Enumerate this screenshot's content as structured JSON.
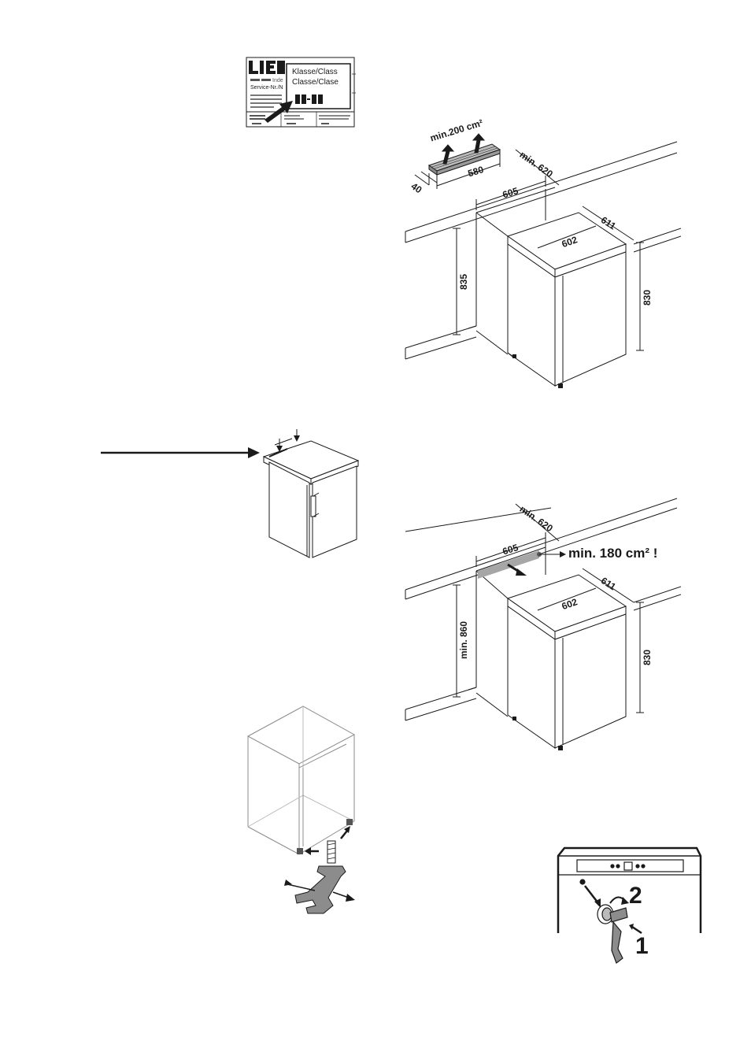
{
  "rating_plate": {
    "brand_fragment": "LIE",
    "class_line1": "Klasse/Class",
    "class_line2": "Classe/Clase",
    "index_fragment": "Inde",
    "service_fragment": "Service-Nr./N"
  },
  "installation_top": {
    "vent_area": "min.200 cm²",
    "vent_width": "580",
    "vent_depth": "40",
    "niche_depth": "min. 620",
    "niche_width": "605",
    "appliance_depth": "611",
    "appliance_width": "602",
    "niche_height": "835",
    "appliance_height": "830"
  },
  "installation_bottom": {
    "niche_depth": "min. 620",
    "niche_width": "605",
    "vent_area": "min. 180 cm² !",
    "appliance_depth": "611",
    "appliance_width": "602",
    "niche_height": "min. 860",
    "appliance_height": "830"
  },
  "lock": {
    "step_1": "1",
    "step_2": "2"
  },
  "colors": {
    "line": "#1a1a1a",
    "shade": "#a6a6a6",
    "light_shade": "#d9d9d9"
  }
}
